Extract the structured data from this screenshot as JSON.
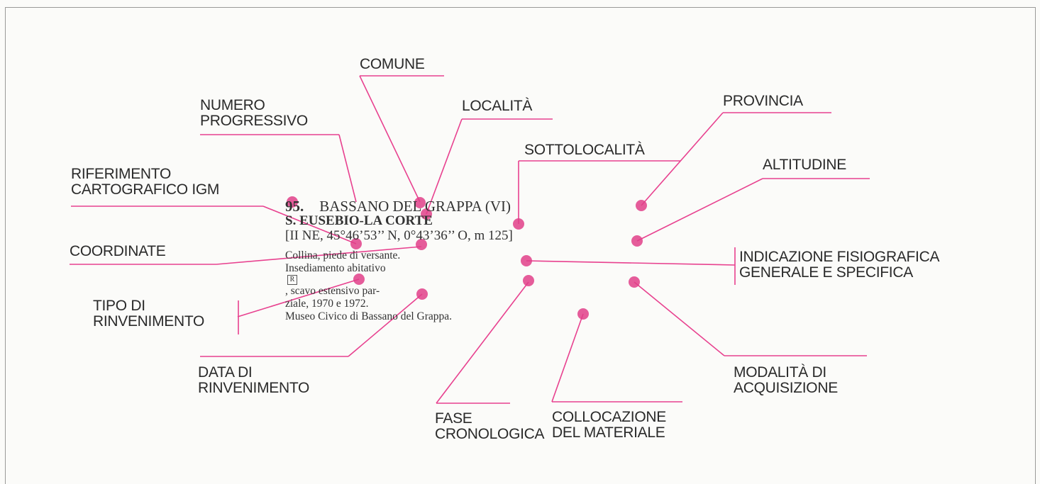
{
  "entry": {
    "number": "95.",
    "comune_provincia": "BASSANO DEL GRAPPA (VI)",
    "localita": "S. EUSEBIO-LA CORTE",
    "riferimento": "[II NE, 45°46’53’’ N, 0°43’36’’ O, m 125]",
    "line1": "Collina, piede di versante.",
    "line2_a": "Insediamento abitativo",
    "r_icon": "R",
    "line2_b": ", scavo estensivo par-",
    "line3": "ziale, 1970 e 1972.",
    "line4": "Museo Civico di Bassano del Grappa."
  },
  "labels": {
    "comune": "COMUNE",
    "numero_1": "NUMERO",
    "numero_2": "PROGRESSIVO",
    "localita": "LOCALITÀ",
    "provincia": "PROVINCIA",
    "sottolocalita": "SOTTOLOCALITÀ",
    "altitudine": "ALTITUDINE",
    "riferimento_1": "RIFERIMENTO",
    "riferimento_2": "CARTOGRAFICO IGM",
    "coordinate": "COORDINATE",
    "indicazione_1": "INDICAZIONE FISIOGRAFICA",
    "indicazione_2": "GENERALE E SPECIFICA",
    "tipo_1": "TIPO DI",
    "tipo_2": "RINVENIMENTO",
    "data_1": "DATA DI",
    "data_2": "RINVENIMENTO",
    "modalita_1": "MODALITÀ DI",
    "modalita_2": "ACQUISIZIONE",
    "fase_1": "FASE",
    "fase_2": "CRONOLOGICA",
    "collocazione_1": "COLLOCAZIONE",
    "collocazione_2": "DEL MATERIALE"
  },
  "colors": {
    "leader": "#e8418f",
    "dot": "#e0408a",
    "text": "#2a2a2a"
  }
}
